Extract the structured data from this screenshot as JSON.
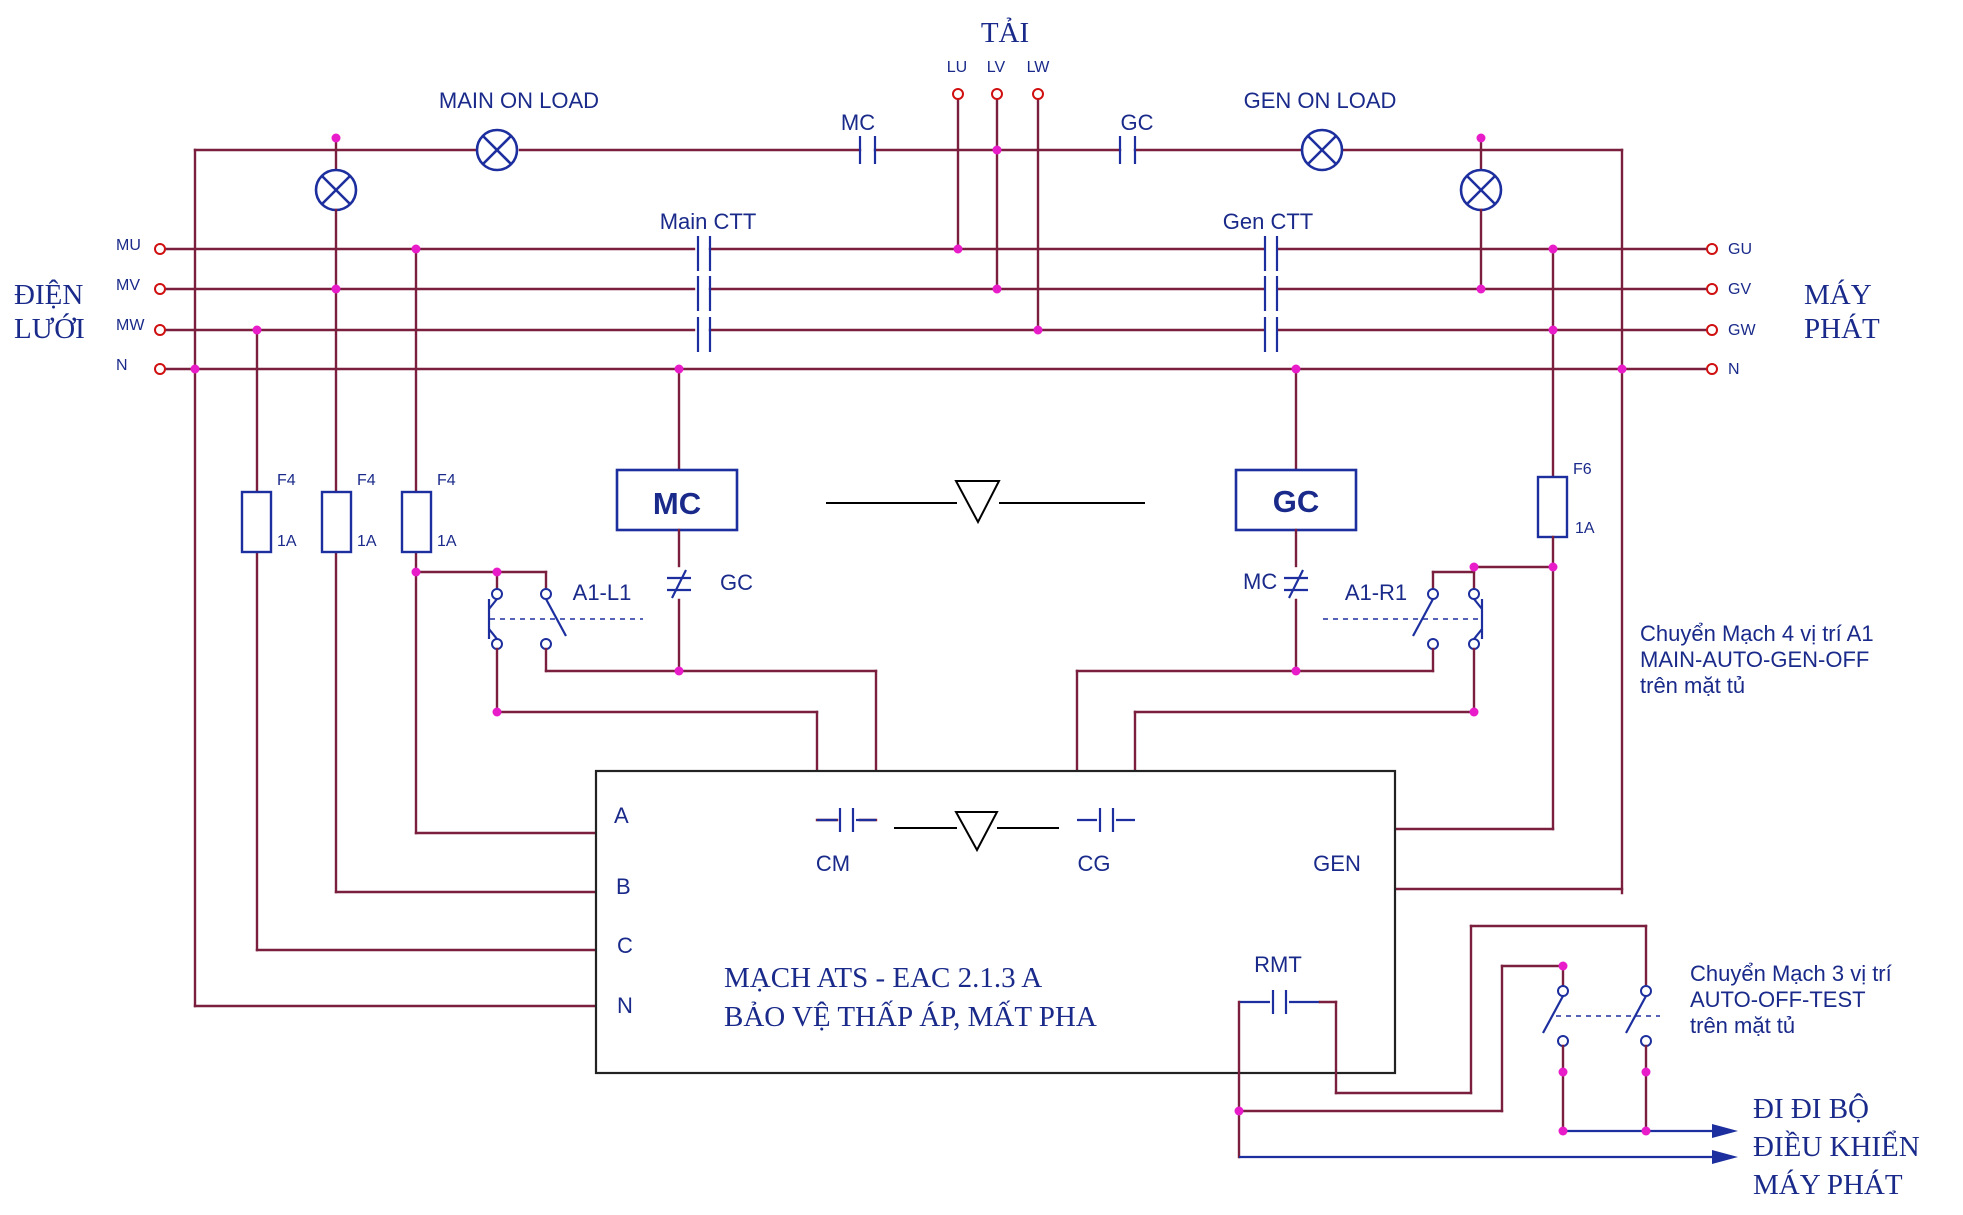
{
  "labels": {
    "load_title": "TẢI",
    "lu": "LU",
    "lv": "LV",
    "lw": "LW",
    "main_on_load": "MAIN ON LOAD",
    "gen_on_load": "GEN ON LOAD",
    "mc_contact_top": "MC",
    "gc_contact_top": "GC",
    "main_ctt": "Main CTT",
    "gen_ctt": "Gen CTT",
    "mu": "MU",
    "mv": "MV",
    "mw": "MW",
    "n_left": "N",
    "gu": "GU",
    "gv": "GV",
    "gw": "GW",
    "n_right": "N",
    "dien_luoi_1": "ĐIỆN",
    "dien_luoi_2": "LƯỚI",
    "may_phat_1": "MÁY",
    "may_phat_2": "PHÁT",
    "fuse1_name": "F4",
    "fuse1_rating": "1A",
    "fuse2_name": "F4",
    "fuse2_rating": "1A",
    "fuse3_name": "F4",
    "fuse3_rating": "1A",
    "fuse4_name": "F6",
    "fuse4_rating": "1A",
    "mc_coil": "MC",
    "gc_coil": "GC",
    "gc_interlock": "GC",
    "mc_interlock": "MC",
    "a1_l1": "A1-L1",
    "a1_r1": "A1-R1",
    "switch4_line1": "Chuyển Mạch 4 vị trí A1",
    "switch4_line2": "MAIN-AUTO-GEN-OFF",
    "switch4_line3": "trên mặt tủ",
    "terminal_a": "A",
    "terminal_b": "B",
    "terminal_c": "C",
    "terminal_n": "N",
    "cm": "CM",
    "cg": "CG",
    "gen": "GEN",
    "rmt": "RMT",
    "ats_line1": "MẠCH ATS - EAC 2.1.3 A",
    "ats_line2": "BẢO VỆ THẤP ÁP, MẤT PHA",
    "switch3_line1": "Chuyển Mạch 3 vị trí",
    "switch3_line2": "AUTO-OFF-TEST",
    "switch3_line3": "trên mặt tủ",
    "out_line1": "ĐI ĐI BỘ",
    "out_line2": "ĐIỀU KHIỂN",
    "out_line3": "MÁY PHÁT"
  }
}
